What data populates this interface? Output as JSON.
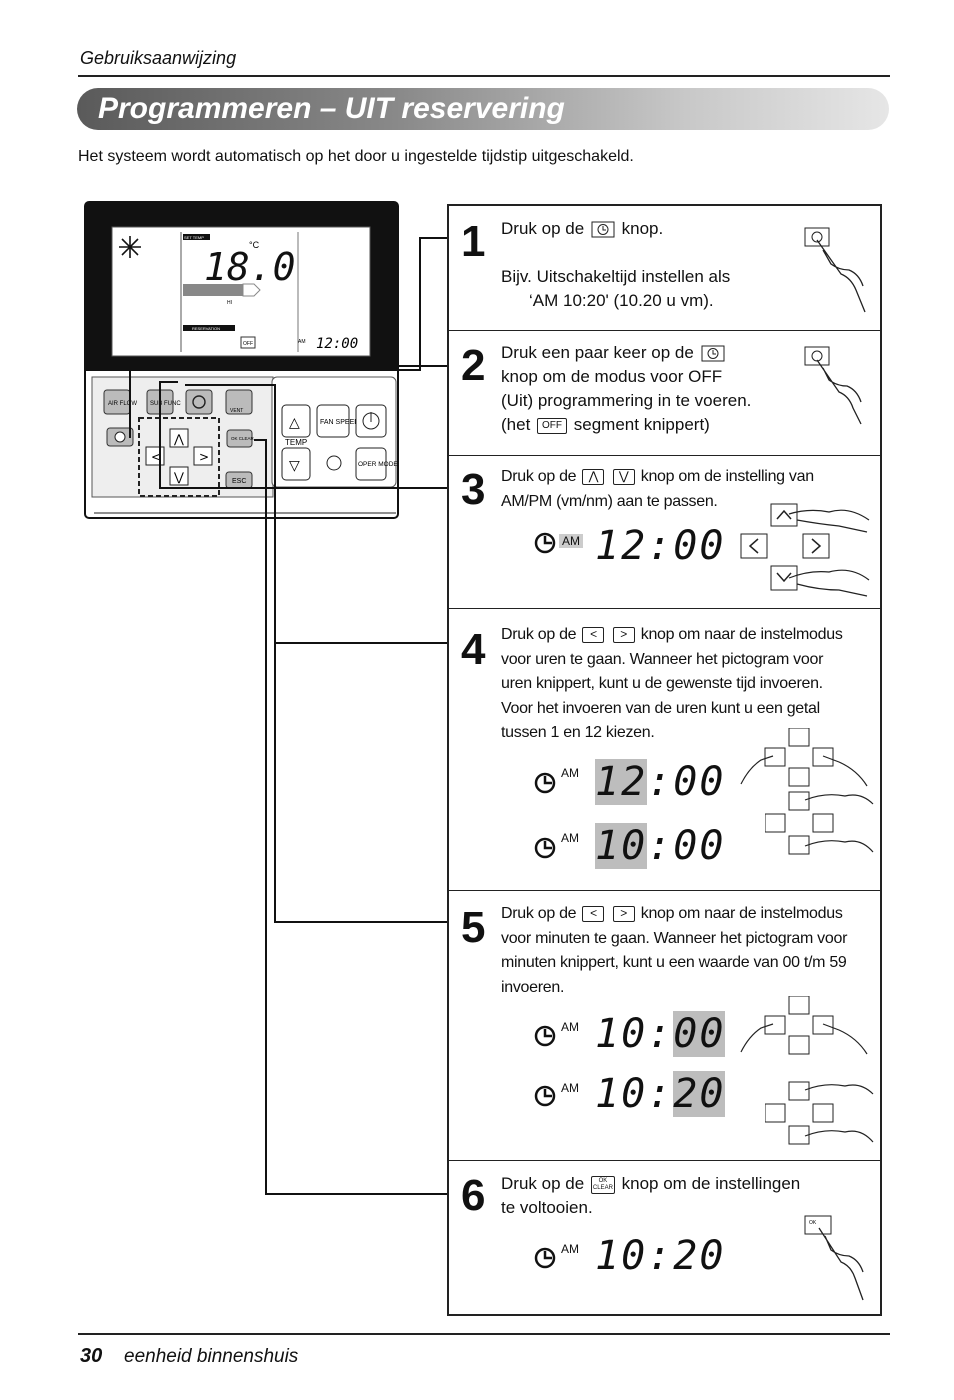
{
  "header": {
    "label": "Gebruiksaanwijzing"
  },
  "title": "Programmeren – UIT reservering",
  "intro": "Het systeem wordt automatisch op het door u ingestelde tijdstip uitgeschakeld.",
  "remote": {
    "set_temp_label": "SET TEMP",
    "temp_value": "18.0",
    "temp_unit": "°C",
    "fan_label": "HI",
    "reservation_label": "RESERVATION",
    "off_label": "OFF",
    "am_label": "AM",
    "clock_value": "12:00",
    "buttons": {
      "air_flow": "AIR FLOW",
      "sub_func": "SUB FUNC",
      "vent": "VENT",
      "ok_clear": "OK CLEAR",
      "esc": "ESC",
      "temp": "TEMP",
      "fan_speed": "FAN SPEED",
      "oper_mode": "OPER MODE"
    }
  },
  "steps": [
    {
      "number": "1",
      "line1a": "Druk op de",
      "line1b": "knop.",
      "line2": "Bijv. Uitschakeltijd instellen als",
      "line3": "‘AM 10:20' (10.20 u vm)."
    },
    {
      "number": "2",
      "line1a": "Druk een paar keer op de",
      "line2": "knop om de modus voor OFF",
      "line3": "(Uit) programmering in te voeren.",
      "line4a": "(het",
      "off_badge": "OFF",
      "line4b": "segment knippert)"
    },
    {
      "number": "3",
      "line1a": "Druk op de",
      "line1b": "knop om de instelling van",
      "line2": "AM/PM (vm/nm) aan te passen.",
      "am": "AM",
      "time": "12:00"
    },
    {
      "number": "4",
      "line1a": "Druk op de",
      "line1b": "knop om naar de instelmodus",
      "line2": "voor uren te gaan. Wanneer het pictogram voor",
      "line3": "uren knippert, kunt u de gewenste tijd invoeren.",
      "line4": "Voor het invoeren van de uren kunt u een getal",
      "line5": "tussen 1 en 12 kiezen.",
      "am": "AM",
      "time1_hours": "12",
      "time1_rest": ":00",
      "time2_hours": "10",
      "time2_rest": ":00"
    },
    {
      "number": "5",
      "line1a": "Druk op de",
      "line1b": "knop om naar de instelmodus",
      "line2": "voor minuten te gaan. Wanneer het pictogram voor",
      "line3": "minuten knippert, kunt u een waarde van 00 t/m 59",
      "line4": "invoeren.",
      "am": "AM",
      "time1_head": "10:",
      "time1_minutes": "00",
      "time2_head": "10:",
      "time2_minutes": "20"
    },
    {
      "number": "6",
      "line1a": "Druk op de",
      "line1b": "knop om de instellingen",
      "line2": "te voltooien.",
      "ok_label": "OK CLEAR",
      "am": "AM",
      "time": "10:20"
    }
  ],
  "footer": {
    "page": "30",
    "label": "eenheid binnenshuis"
  }
}
